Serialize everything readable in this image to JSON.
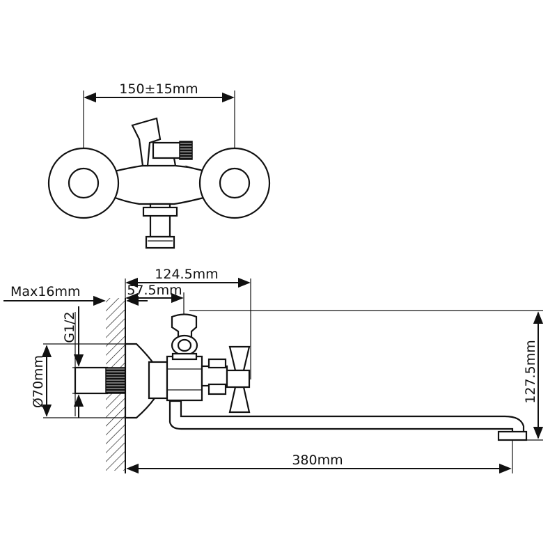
{
  "dimensions": {
    "handle_spacing": "150±15mm",
    "mount_depth": "Max16mm",
    "spout_center": "124.5mm",
    "outlet_offset": "57.5mm",
    "thread": "G1/2",
    "flange_diameter": "Ø70mm",
    "height": "127.5mm",
    "spout_length": "380mm"
  }
}
